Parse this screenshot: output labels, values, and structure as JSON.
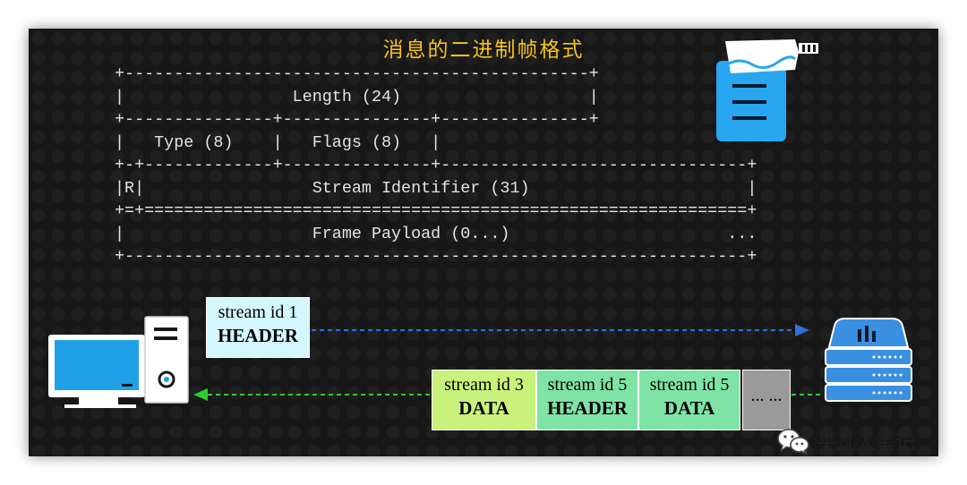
{
  "title": "消息的二进制帧格式",
  "frame_format_lines": [
    "+-----------------------------------------------+",
    "|                 Length (24)                   |",
    "+---------------+---------------+---------------+",
    "|   Type (8)    |   Flags (8)   |",
    "+-+-------------+---------------+-------------------------------+",
    "|R|                 Stream Identifier (31)                      |",
    "+=+=============================================================+",
    "|                   Frame Payload (0...)                      ...",
    "+---------------------------------------------------------------+"
  ],
  "outgoing_frame": {
    "line1": "stream id 1",
    "line2": "HEADER",
    "color": "#d4f6ff"
  },
  "incoming_frames": [
    {
      "line1": "stream id 3",
      "line2": "DATA",
      "color": "#c9f27c"
    },
    {
      "line1": "stream id 5",
      "line2": "HEADER",
      "color": "#7fe3a6"
    },
    {
      "line1": "stream id 5",
      "line2": "DATA",
      "color": "#7fe3a6"
    }
  ],
  "ellipsis_frame": {
    "text": "... ...",
    "color": "#9a9a9a"
  },
  "colors": {
    "title": "#f5c518",
    "outgoing_arrow": "#2f6fe0",
    "incoming_arrow": "#2ecc2e",
    "client_screen": "#1fa0e6",
    "server": "#3b8fe0",
    "document": "#29a6f0"
  },
  "icons": [
    "document-icon",
    "computer-icon",
    "server-icon",
    "wechat-icon"
  ],
  "watermark": "平凡人笔记"
}
